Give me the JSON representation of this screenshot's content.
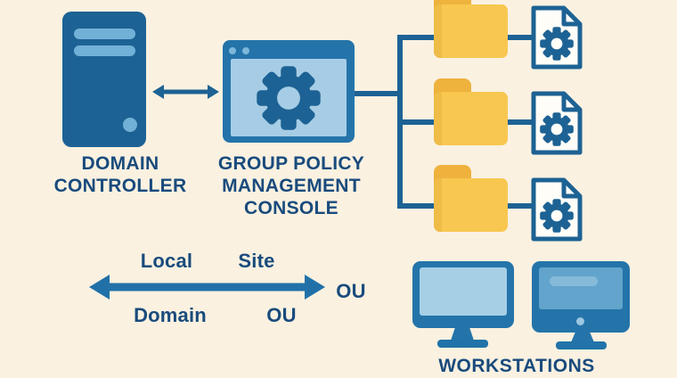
{
  "diagram": {
    "title_semantic": "Group Policy processing diagram",
    "colors": {
      "background": "#FAF1E1",
      "navy_text": "#194B7D",
      "primary_blue": "#1D6294",
      "frame_blue": "#2474AA",
      "light_blue": "#A6CDE5",
      "pale_blue": "#72B1D7",
      "folder_tab_yellow": "#EEB23D",
      "folder_body_yellow": "#F8C750",
      "arrow_blue": "#2171A8",
      "document_fill": "#FFFDF8"
    },
    "icons": [
      "server-icon",
      "double-arrow-icon",
      "console-window-icon",
      "gear-icon",
      "folder-icon",
      "gpo-document-icon",
      "monitor-icon"
    ],
    "counts": {
      "gpo_rows": 3,
      "workstations": 2
    }
  },
  "labels": {
    "domain_controller": {
      "line1": "DOMAIN",
      "line2": "CONTROLLER"
    },
    "gpmc": {
      "line1": "GROUP POLICY",
      "line2": "MANAGEMENT",
      "line3": "CONSOLE"
    },
    "workstations": "WORKSTATIONS"
  },
  "hierarchy_scale": {
    "above": [
      "Local",
      "Site"
    ],
    "below": [
      "Domain",
      "OU"
    ],
    "right_label": "OU"
  }
}
